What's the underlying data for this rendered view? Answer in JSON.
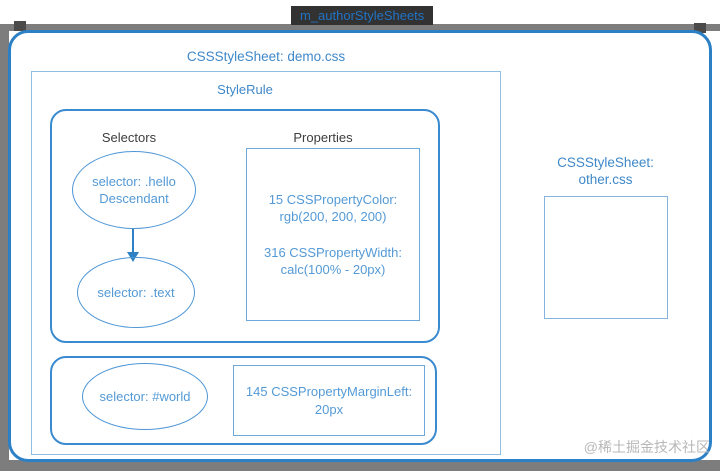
{
  "tag": {
    "label": "m_authorStyleSheets"
  },
  "demo_sheet": {
    "title": "CSSStyleSheet: demo.css",
    "rule1": {
      "title": "StyleRule",
      "selectors_header": "Selectors",
      "properties_header": "Properties",
      "selector_hello": {
        "line1": "selector: .hello",
        "line2": "Descendant"
      },
      "selector_text": "selector: .text",
      "property_color": {
        "line1": "15 CSSPropertyColor:",
        "line2": "rgb(200, 200, 200)"
      },
      "property_width": {
        "line1": "316 CSSPropertyWidth:",
        "line2": "calc(100% - 20px)"
      }
    },
    "rule2": {
      "selector_world": "selector: #world",
      "property_margin_left": {
        "line1": "145 CSSPropertyMarginLeft:",
        "line2": "20px"
      }
    }
  },
  "other_sheet": {
    "title_line1": "CSSStyleSheet:",
    "title_line2": "other.css"
  },
  "watermark": "@稀土掘金技术社区",
  "colors": {
    "outer_border_blue": "#2c80c5",
    "rule_border_blue": "#3a8ad0",
    "thin_border_blue": "#90bde2",
    "node_border_blue": "#4e96d6",
    "heading_blue": "#3f88c9",
    "node_text_blue": "#549ad6",
    "arrow_blue": "#2e81c4",
    "header_gray": "#3d3d3d",
    "shadow_gray": "#7d7d7d",
    "tag_bg": "#323232",
    "tag_text": "#2173c3",
    "watermark_gray": "#b8b8b8"
  }
}
